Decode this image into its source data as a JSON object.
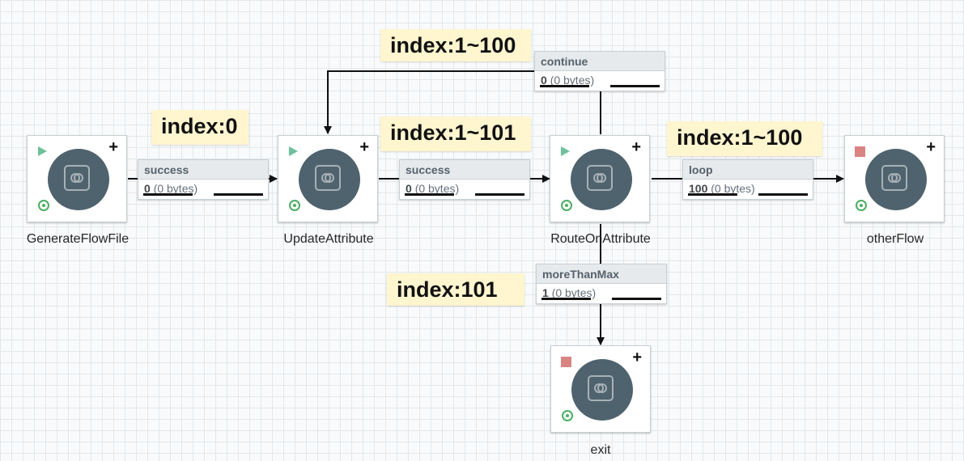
{
  "processors": [
    {
      "id": "generateflowfile",
      "name": "GenerateFlowFile",
      "state": "running",
      "state_icon": "play-icon"
    },
    {
      "id": "updateattribute",
      "name": "UpdateAttribute",
      "state": "running",
      "state_icon": "play-icon"
    },
    {
      "id": "routeonattribute",
      "name": "RouteOnAttribute",
      "state": "running",
      "state_icon": "play-icon"
    },
    {
      "id": "otherflow",
      "name": "otherFlow",
      "state": "stopped",
      "state_icon": "stop-icon"
    },
    {
      "id": "exit",
      "name": "exit",
      "state": "stopped",
      "state_icon": "stop-icon"
    }
  ],
  "connections": [
    {
      "id": "gen-update",
      "relationship": "success",
      "queued_count": "0",
      "queued_size": "(0 bytes)"
    },
    {
      "id": "update-route",
      "relationship": "success",
      "queued_count": "0",
      "queued_size": "(0 bytes)"
    },
    {
      "id": "route-update",
      "relationship": "continue",
      "queued_count": "0",
      "queued_size": "(0 bytes)"
    },
    {
      "id": "route-other",
      "relationship": "loop",
      "queued_count": "100",
      "queued_size": "(0 bytes)"
    },
    {
      "id": "route-exit",
      "relationship": "moreThanMax",
      "queued_count": "1",
      "queued_size": "(0 bytes)"
    }
  ],
  "notes": [
    {
      "id": "note-gen",
      "text": "index:0"
    },
    {
      "id": "note-continue",
      "text": "index:1~100"
    },
    {
      "id": "note-update",
      "text": "index:1~101"
    },
    {
      "id": "note-loop",
      "text": "index:1~100"
    },
    {
      "id": "note-exit",
      "text": "index:101"
    }
  ],
  "icons": {
    "add": "plus-icon",
    "valid": "valid-status-icon",
    "processor": "processor-icon"
  },
  "colors": {
    "canvas": "#f9fafb",
    "processor_circle": "#4f636e",
    "running": "#6dc19b",
    "stopped": "#d98383",
    "valid": "#4aaf63",
    "note": "#fff5cf"
  }
}
